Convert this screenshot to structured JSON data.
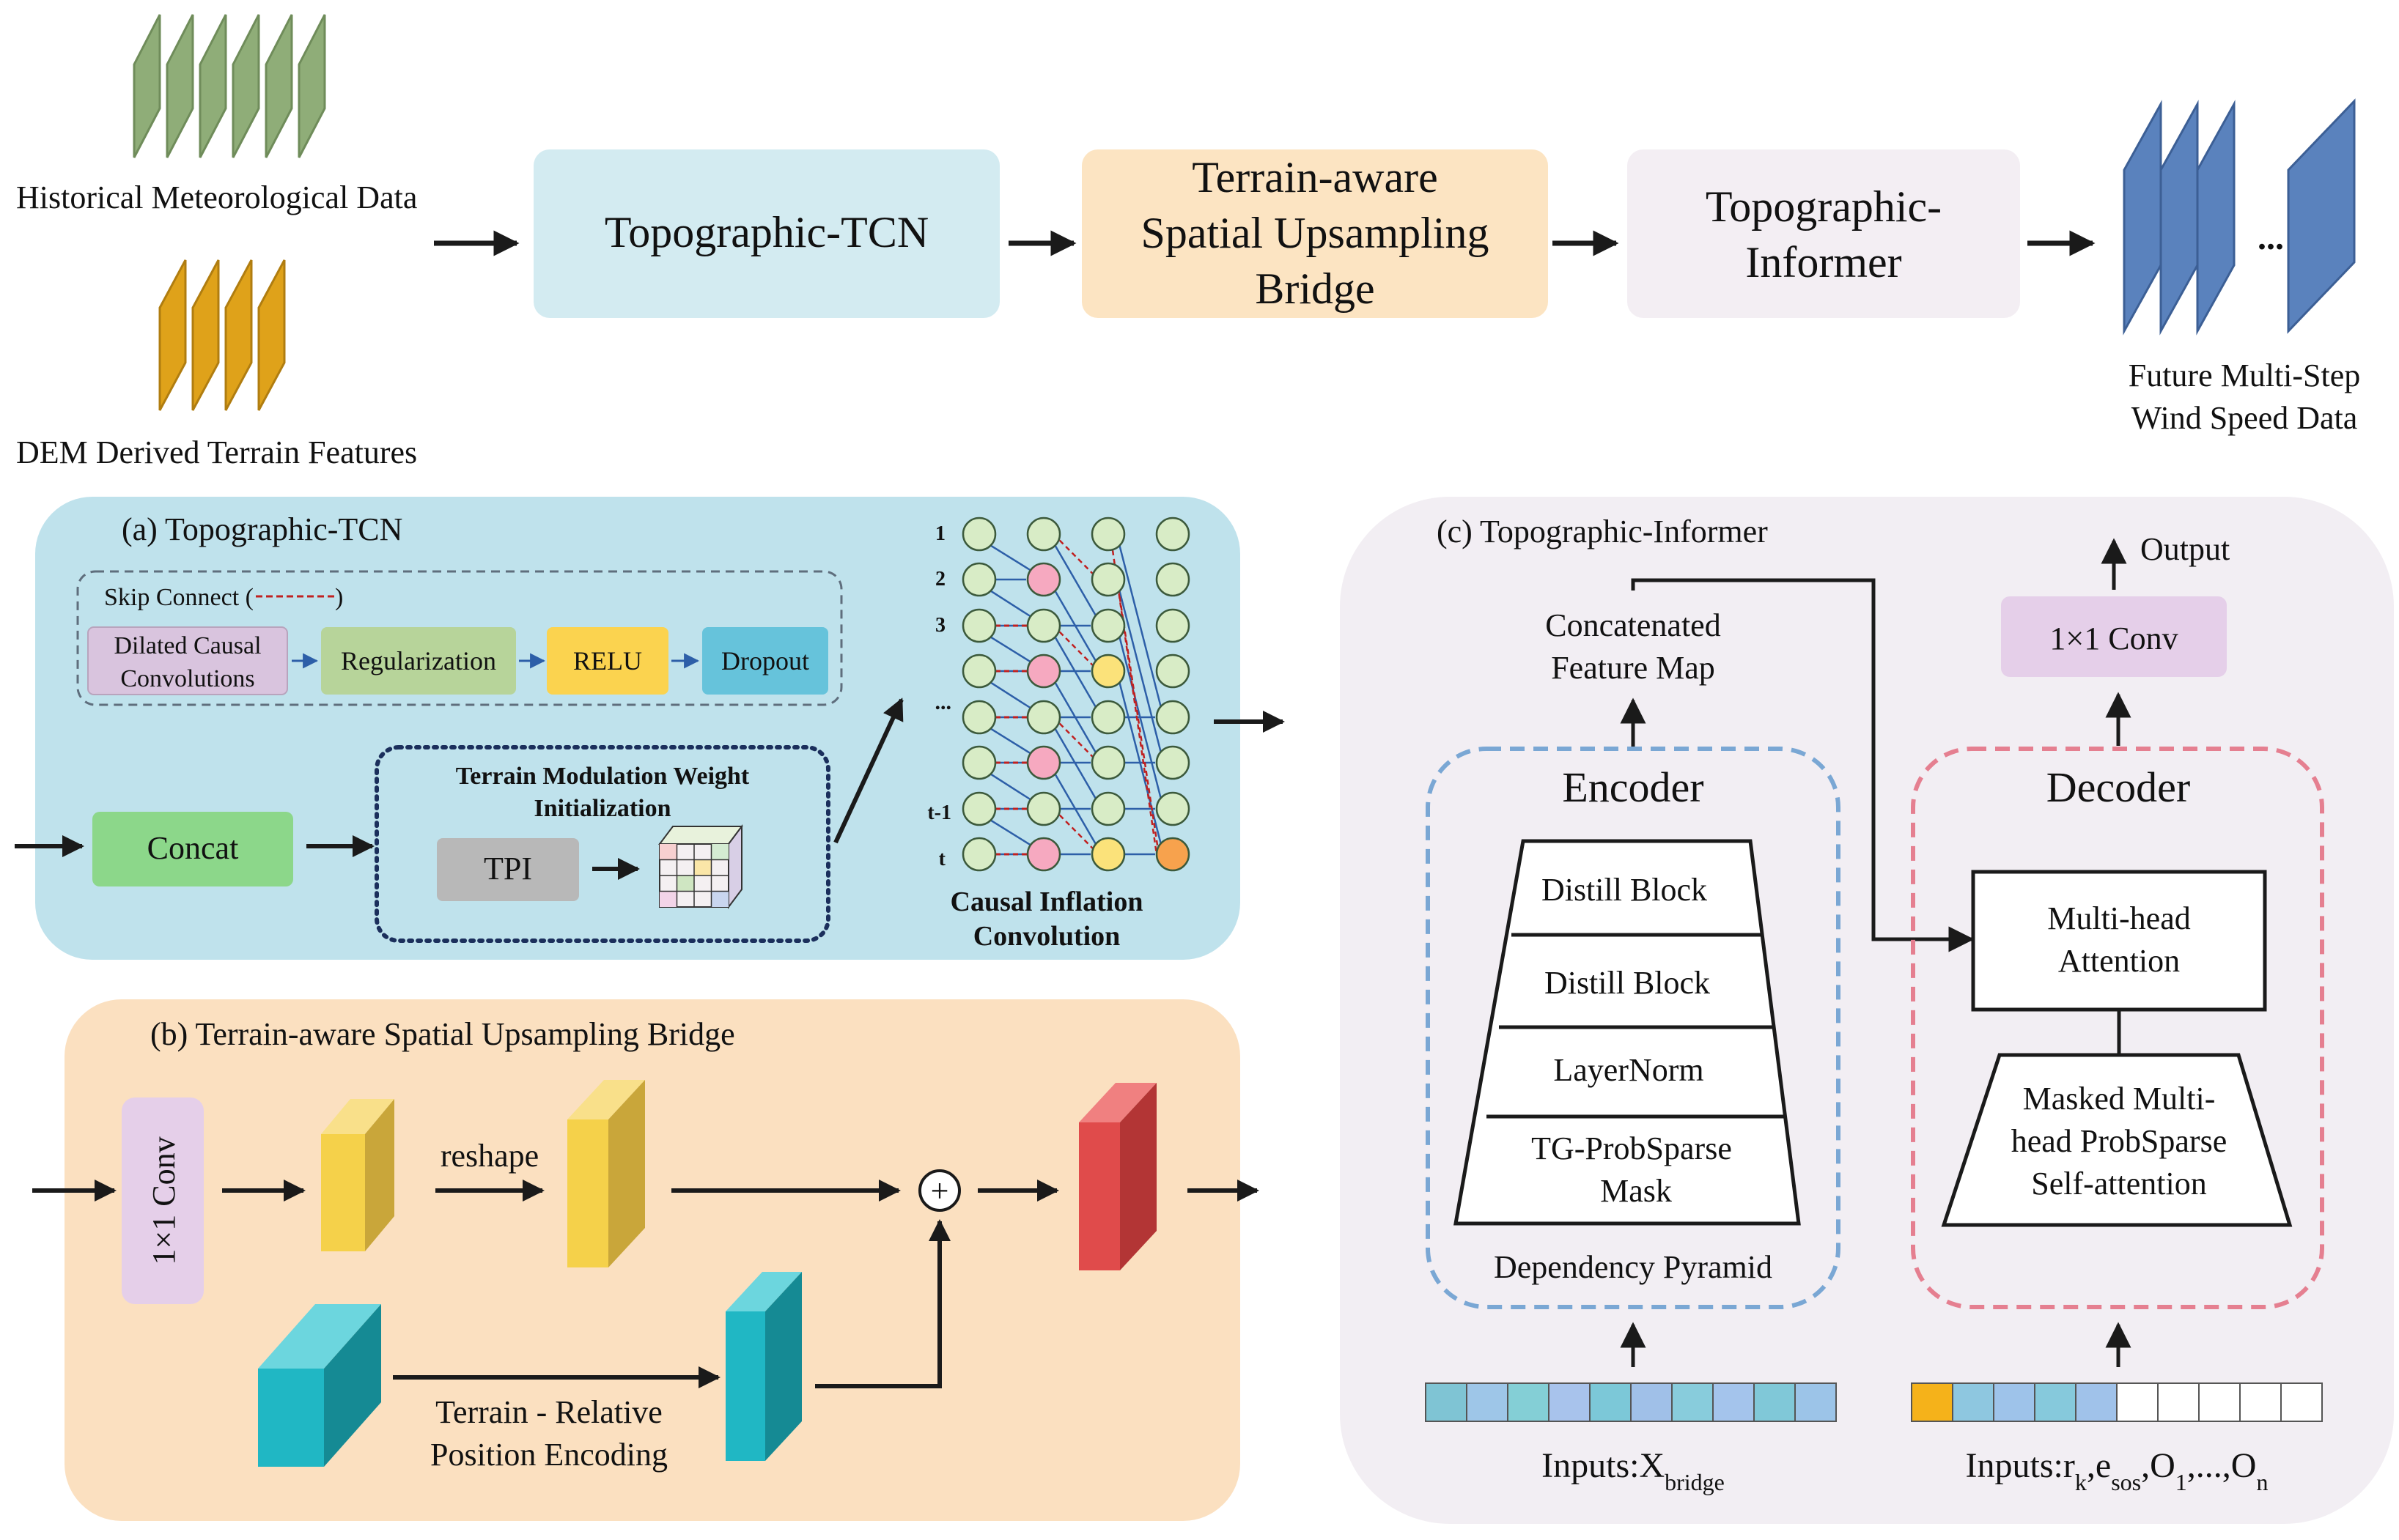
{
  "top": {
    "input_met_label": "Historical Meteorological Data",
    "input_dem_label": "DEM Derived Terrain Features",
    "tcn_label": "Topographic-TCN",
    "bridge_line1": "Terrain-aware",
    "bridge_line2": "Spatial Upsampling",
    "bridge_line3": "Bridge",
    "informer_line1": "Topographic-",
    "informer_line2": "Informer",
    "ellipsis": "...",
    "output_line1": "Future Multi-Step",
    "output_line2": "Wind Speed Data"
  },
  "panel_a": {
    "title": "(a) Topographic-TCN",
    "skip_connect": "Skip Connect (",
    "skip_close": ")",
    "dilated_line1": "Dilated Causal",
    "dilated_line2": "Convolutions",
    "regularization": "Regularization",
    "relu": "RELU",
    "dropout": "Dropout",
    "concat": "Concat",
    "terrain_mod_line1": "Terrain Modulation Weight",
    "terrain_mod_line2": "Initialization",
    "tpi": "TPI",
    "row_labels": [
      "1",
      "2",
      "3",
      "...",
      "t-1",
      "t"
    ],
    "causal_line1": "Causal Inflation",
    "causal_line2": "Convolution"
  },
  "panel_b": {
    "title": "(b) Terrain-aware Spatial Upsampling Bridge",
    "conv": "1×1 Conv",
    "reshape": "reshape",
    "plus": "+",
    "terrain_line1": "Terrain - Relative",
    "terrain_line2": "Position Encoding"
  },
  "panel_c": {
    "title": "(c) Topographic-Informer",
    "output": "Output",
    "conv": "1×1 Conv",
    "concat_line1": "Concatenated",
    "concat_line2": "Feature Map",
    "encoder": "Encoder",
    "decoder": "Decoder",
    "distill1": "Distill Block",
    "distill2": "Distill Block",
    "layernorm": "LayerNorm",
    "tg_line1": "TG-ProbSparse",
    "tg_line2": "Mask",
    "dependency": "Dependency Pyramid",
    "mha_line1": "Multi-head",
    "mha_line2": "Attention",
    "masked_line1": "Masked Multi-",
    "masked_line2": "head ProbSparse",
    "masked_line3": "Self-attention",
    "enc_input_main": "Inputs:X",
    "enc_input_sub": "bridge",
    "dec_input": {
      "p1": "Inputs:r",
      "s1": "k",
      "p2": ",e",
      "s2": "sos",
      "p3": ",O",
      "s3": "1",
      "p4": ",...,O",
      "s4": "n"
    }
  },
  "colors": {
    "tcn_fill": "#d3ebf1",
    "bridge_fill": "#fce4c2",
    "informer_fill": "#f3eef3",
    "panel_a_bg": "#bfe2ec",
    "panel_b_bg": "#fbe0c0",
    "panel_c_bg": "#f2eef3",
    "met_green": "#8fad78",
    "dem_orange": "#dfa21a",
    "future_blue": "#5a82bd",
    "concat_green": "#8cd78a",
    "relu_yellow": "#fbd34f",
    "dropout_blue": "#66c3db",
    "encoder_dash": "#7aa7d4",
    "decoder_dash": "#e57f90",
    "skip_red": "#c02020"
  }
}
